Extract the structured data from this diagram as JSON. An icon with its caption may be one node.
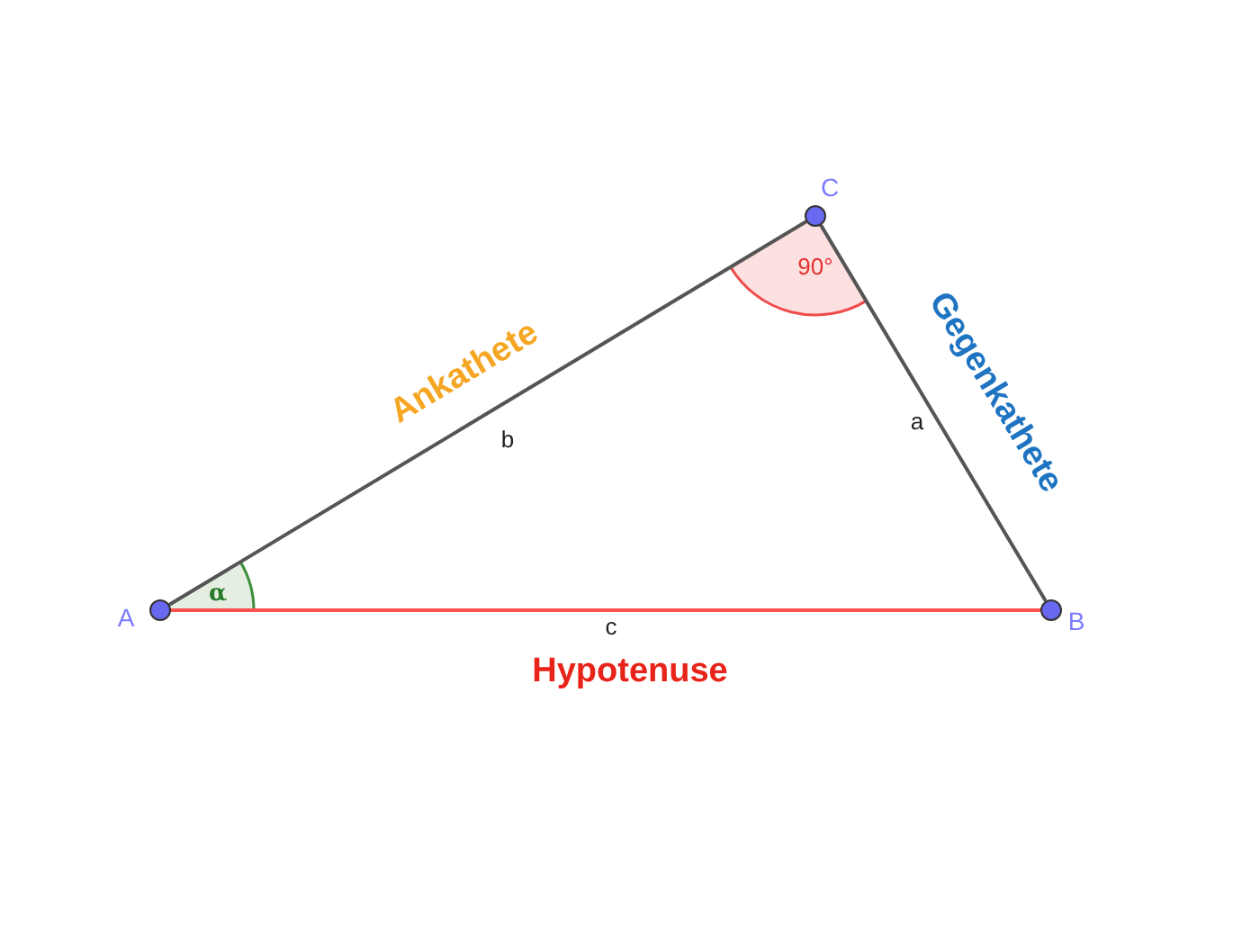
{
  "diagram": {
    "nodes": [
      {
        "text": [],
        "shape": "circle",
        "beside": [
          "C"
        ]
      },
      {
        "text": [],
        "shape": "circle",
        "beside": [
          "A"
        ]
      },
      {
        "text": [],
        "shape": "circle",
        "beside": [
          "B"
        ]
      }
    ],
    "edges": [
      {
        "from": 0,
        "to": 1,
        "arrow": "none",
        "label": "b"
      },
      {
        "from": 0,
        "to": 2,
        "arrow": "none",
        "label": "a"
      },
      {
        "from": 1,
        "to": 2,
        "arrow": "none",
        "label": "c",
        "color": "#ff5050"
      }
    ],
    "labels": [
      "90°",
      "Ankathete",
      "Gegenkathete",
      "α",
      "Hypotenuse"
    ]
  }
}
